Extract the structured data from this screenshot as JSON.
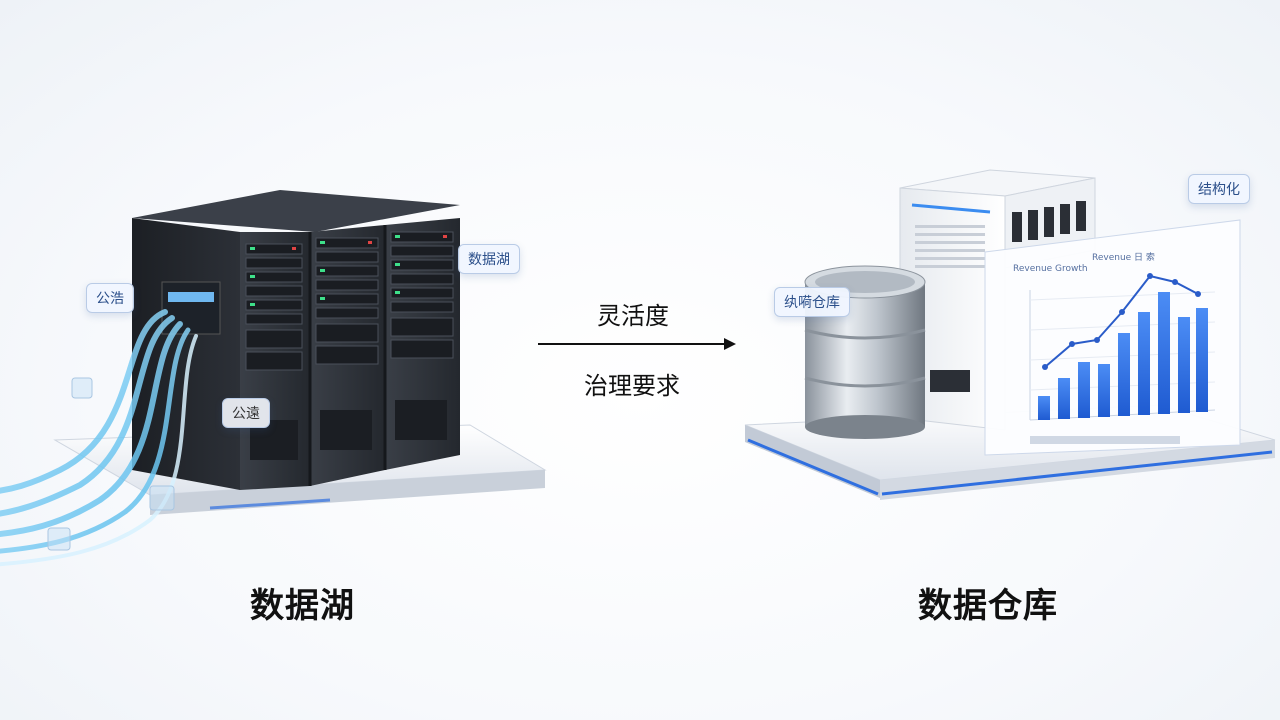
{
  "captions": {
    "data_lake": "数据湖",
    "data_warehouse": "数据仓库"
  },
  "arrow_labels": {
    "top": "灵活度",
    "bottom": "治理要求"
  },
  "floating_tags": {
    "lake_tag_left": "公浩",
    "lake_tag_bottom": "公遠",
    "lake_tag_right": "数据湖",
    "warehouse_tag_barrel": "纨嗬仓库",
    "warehouse_tag_top": "结构化"
  },
  "panel_header": {
    "left": "Revenue Growth",
    "right": "Revenue 日 索"
  },
  "colors": {
    "accent_blue": "#2f6fe0",
    "server_dark": "#2b2f36",
    "cable_cyan": "#7fd4f5"
  }
}
